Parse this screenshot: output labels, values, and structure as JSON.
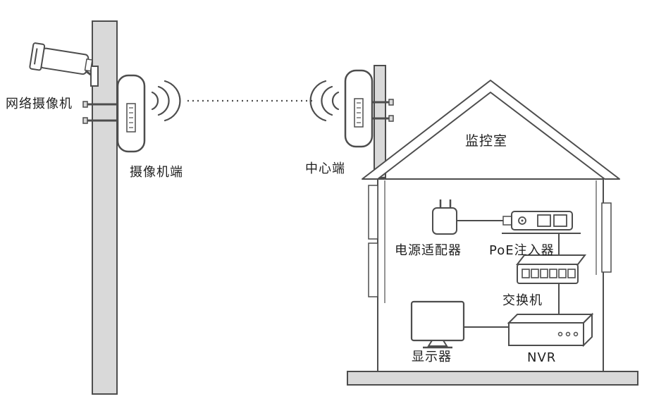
{
  "labels": {
    "network_camera": "网络摄像机",
    "camera_side_cpe": "摄像机端",
    "center_side_cpe": "中心端",
    "monitor_room": "监控室",
    "power_adapter": "电源适配器",
    "poe_injector": "PoE注入器",
    "switch": "交换机",
    "monitor": "显示器",
    "nvr": "NVR"
  },
  "colors": {
    "outline": "#4d4d4d",
    "pole_fill": "#d9d9d9",
    "device_fill": "#ffffff",
    "text": "#1f1f1f",
    "background": "#ffffff"
  },
  "connections": [
    "摄像机端 ↔ 中心端 (wireless dotted link)",
    "电源适配器 → PoE注入器",
    "PoE注入器 → 交换机",
    "交换机 → NVR",
    "显示器 → NVR"
  ]
}
